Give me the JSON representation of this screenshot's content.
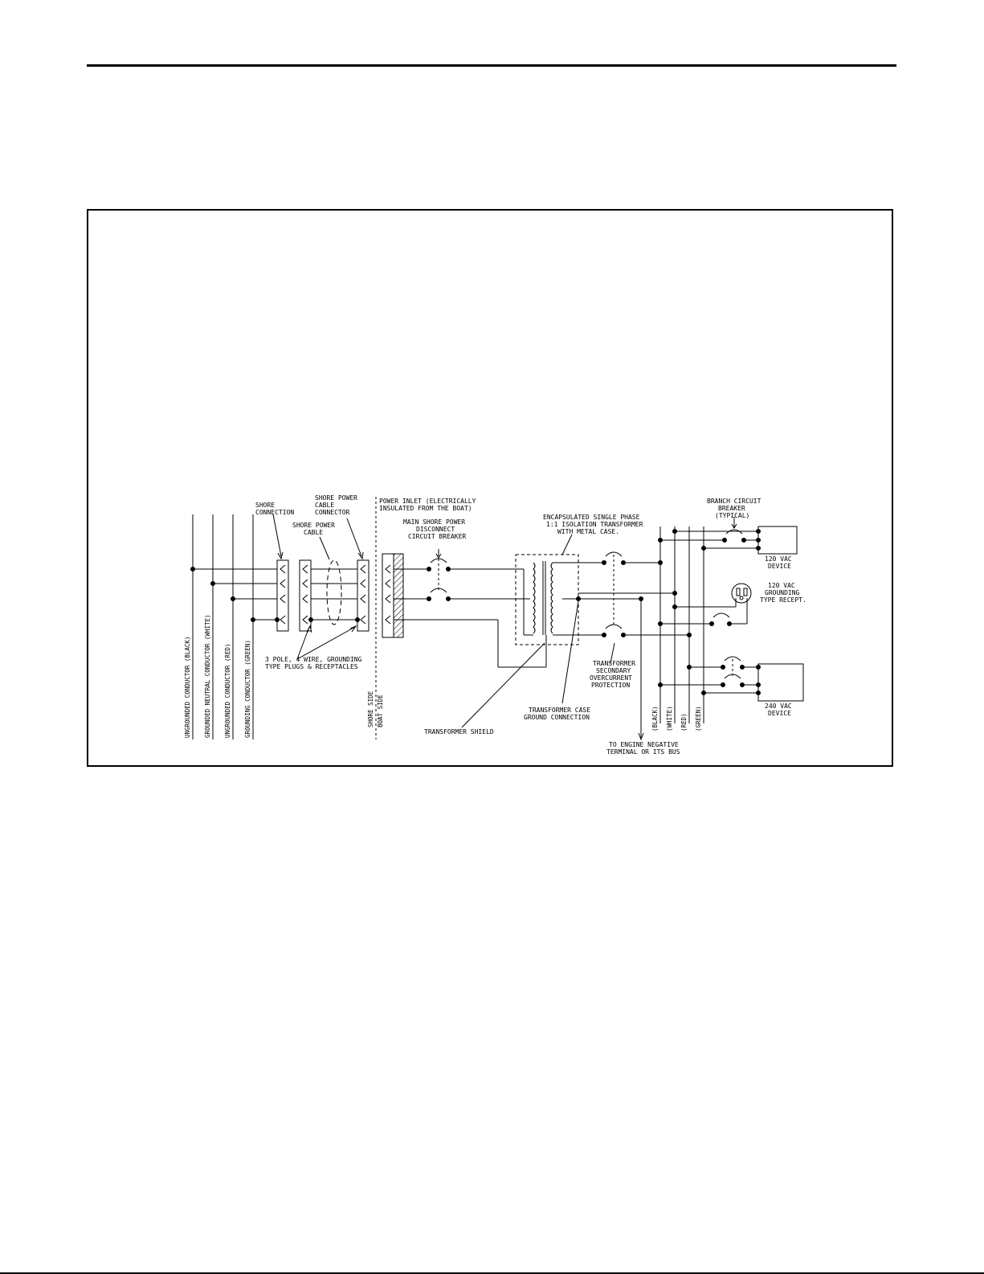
{
  "labels": {
    "shore_connection": [
      "SHORE",
      "CONNECTION"
    ],
    "shore_power_cable_connector": [
      "SHORE POWER",
      "CABLE",
      "CONNECTOR"
    ],
    "shore_power_cable": [
      "SHORE POWER",
      "CABLE"
    ],
    "power_inlet": [
      "POWER INLET (ELECTRICALLY",
      "INSULATED FROM THE BOAT)"
    ],
    "main_breaker": [
      "MAIN SHORE POWER",
      "DISCONNECT",
      "CIRCUIT BREAKER"
    ],
    "isolation_transformer": [
      "ENCAPSULATED SINGLE PHASE",
      "1:1 ISOLATION TRANSFORMER",
      "WITH METAL CASE."
    ],
    "branch_breaker": [
      "BRANCH CIRCUIT",
      "BREAKER",
      "(TYPICAL)"
    ],
    "device_120": [
      "120 VAC",
      "DEVICE"
    ],
    "receptacle_120": [
      "120 VAC",
      "GROUNDING",
      "TYPE RECEPT."
    ],
    "plugs": [
      "3 POLE, 4 WIRE, GROUNDING",
      "TYPE PLUGS & RECEPTACLES"
    ],
    "secondary_protection": [
      "TRANSFORMER",
      "SECONDARY",
      "OVERCURRENT",
      "PROTECTION"
    ],
    "case_ground": [
      "TRANSFORMER CASE",
      "GROUND CONNECTION"
    ],
    "transformer_shield": "TRANSFORMER SHIELD",
    "engine_negative": [
      "TO ENGINE NEGATIVE",
      "TERMINAL OR ITS BUS"
    ],
    "device_240": [
      "240 VAC",
      "DEVICE"
    ],
    "shore_side": "SHORE SIDE",
    "boat_side": "BOAT SIDE",
    "conductor_black": "UNGROUNDED CONDUCTOR (BLACK)",
    "conductor_white": "GROUNDED NEUTRAL CONDUCTOR (WHITE)",
    "conductor_red": "UNGROUNDED CONDUCTOR (RED)",
    "conductor_green": "GROUNDING CONDUCTOR (GREEN)",
    "bus_black": "(BLACK)",
    "bus_white": "(WHITE)",
    "bus_red": "(RED)",
    "bus_green": "(GREEN)"
  }
}
